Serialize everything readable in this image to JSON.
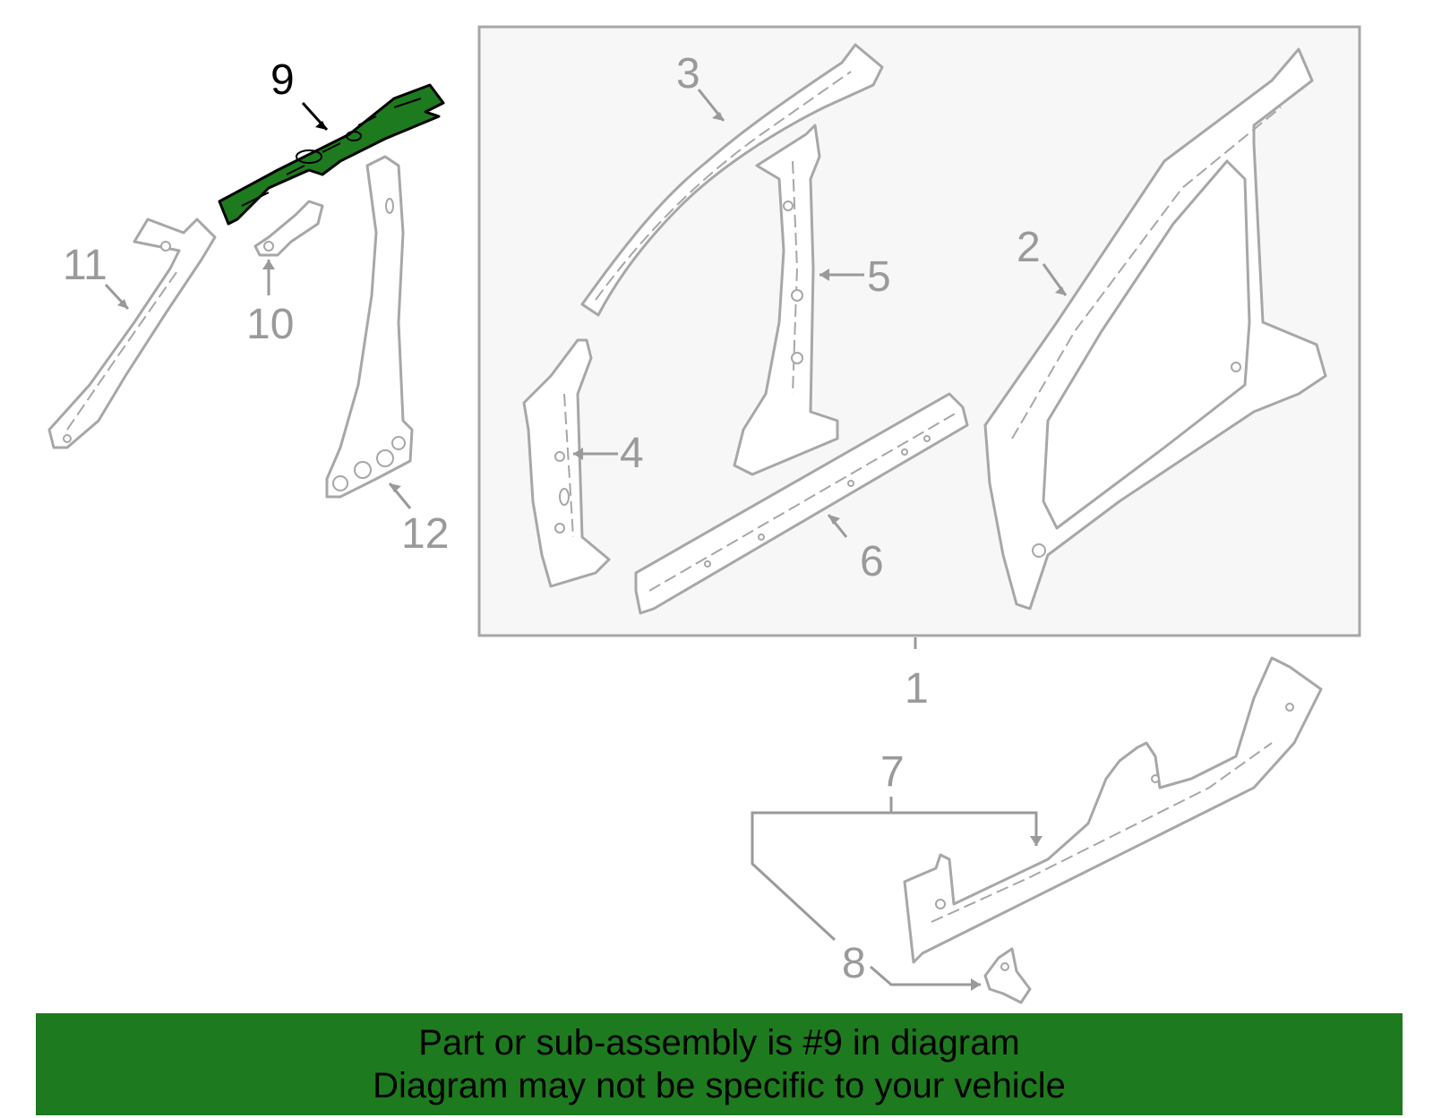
{
  "diagram": {
    "callouts": {
      "c1": "1",
      "c2": "2",
      "c3": "3",
      "c4": "4",
      "c5": "5",
      "c6": "6",
      "c7": "7",
      "c8": "8",
      "c9": "9",
      "c10": "10",
      "c11": "11",
      "c12": "12"
    },
    "highlighted_part": "9",
    "colors": {
      "highlight": "#1e7a1e",
      "line": "#a7a7a7",
      "box_fill": "#f7f7f7"
    }
  },
  "banner": {
    "line1": "Part or sub-assembly is #9 in diagram",
    "line2": "Diagram may not be specific to your vehicle"
  }
}
